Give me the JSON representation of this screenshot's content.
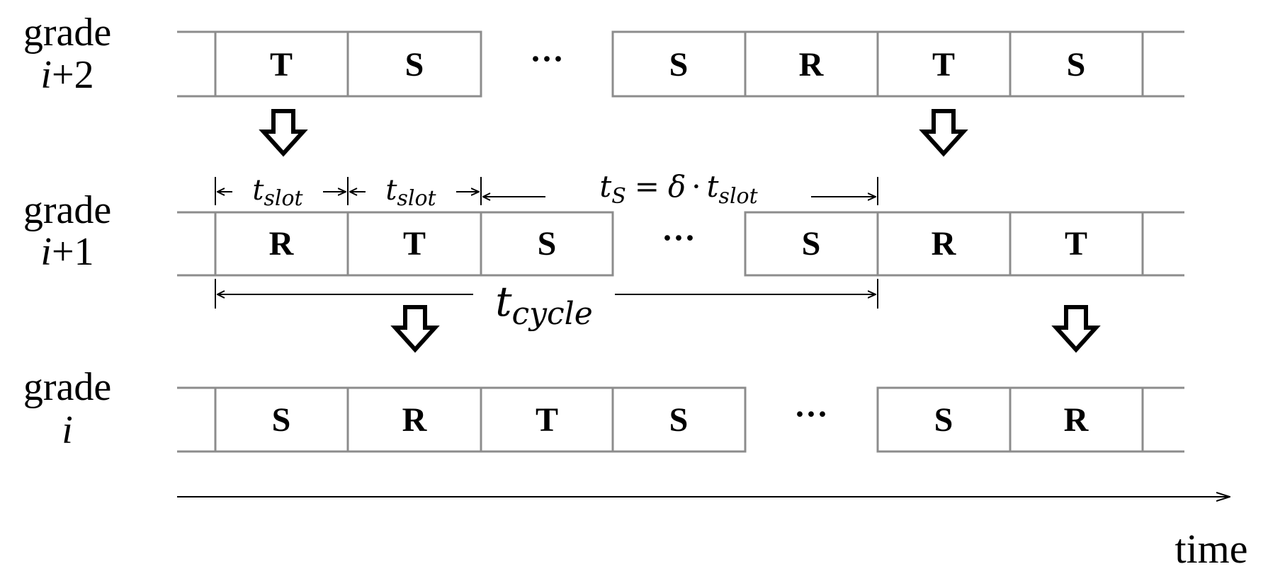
{
  "rows": [
    {
      "id": "grade-i-plus-2",
      "label_line1": "grade",
      "label_line2_var": "i",
      "label_line2_rest": "+2",
      "cells": [
        "T",
        "S",
        "S",
        "R",
        "T",
        "S"
      ],
      "ellipsis": "···"
    },
    {
      "id": "grade-i-plus-1",
      "label_line1": "grade",
      "label_line2_var": "i",
      "label_line2_rest": "+1",
      "cells": [
        "R",
        "T",
        "S",
        "S",
        "R",
        "T"
      ],
      "ellipsis": "···"
    },
    {
      "id": "grade-i",
      "label_line1": "grade",
      "label_line2_var": "i",
      "label_line2_rest": "",
      "cells": [
        "S",
        "R",
        "T",
        "S",
        "S",
        "R"
      ],
      "ellipsis": "···"
    }
  ],
  "annotations": {
    "t_slot_base": "t",
    "t_slot_sub": "slot",
    "t_s_base": "t",
    "t_s_sub": "S",
    "t_s_eq": "=",
    "delta": "δ",
    "dot": "·",
    "t_cycle_base": "t",
    "t_cycle_sub": "cycle"
  },
  "axis": {
    "label": "time"
  }
}
